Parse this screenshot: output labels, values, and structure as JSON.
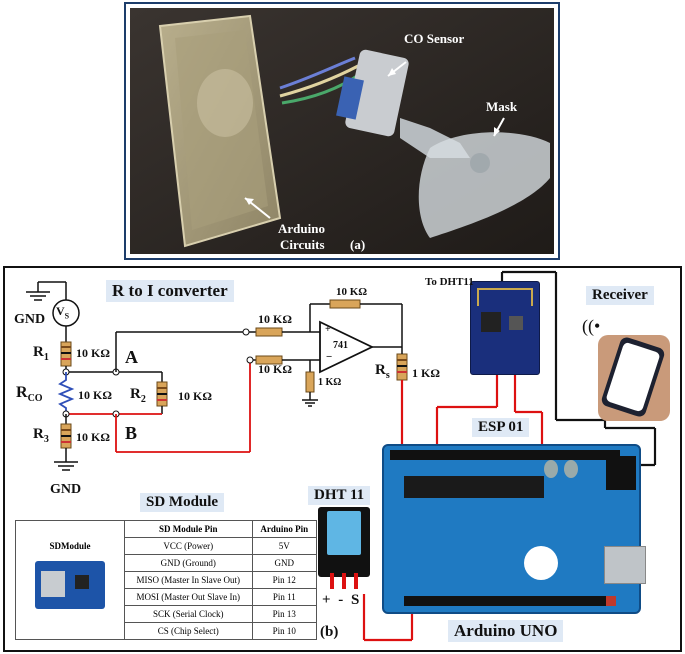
{
  "photo": {
    "labels": {
      "co_sensor": "CO Sensor",
      "mask": "Mask",
      "arduino_line1": "Arduino",
      "arduino_line2": "Circuits",
      "panel": "(a)"
    }
  },
  "circuit": {
    "panel": "(b)",
    "r_to_i_title": "R to I converter",
    "gnd_top": "GND",
    "gnd_bottom": "GND",
    "vs": "V",
    "vs_sub": "S",
    "r1": "R",
    "r1_sub": "1",
    "r1_val": "10 KΩ",
    "rco": "R",
    "rco_sub": "CO",
    "rco_val": "10 KΩ",
    "r2": "R",
    "r2_sub": "2",
    "r2_val": "10 KΩ",
    "r3": "R",
    "r3_sub": "3",
    "r3_val": "10 KΩ",
    "node_a": "A",
    "node_b": "B",
    "opamp": "741",
    "feedback_val": "10 KΩ",
    "in_top_val": "10 KΩ",
    "in_bot_val": "10 KΩ",
    "ground_res_val": "1 KΩ",
    "rs": "R",
    "rs_sub": "s",
    "rs_val": "1 KΩ",
    "to_dht": "To DHT11",
    "receiver": "Receiver",
    "esp": "ESP 01",
    "dht": "DHT 11",
    "dht_pins": "+ - S",
    "arduino_uno": "Arduino UNO",
    "sd_title": "SD Module"
  },
  "sd_table": {
    "module_label": "SDModule",
    "headers": [
      "SD Module Pin",
      "Arduino Pin"
    ],
    "rows": [
      [
        "VCC (Power)",
        "5V"
      ],
      [
        "GND (Ground)",
        "GND"
      ],
      [
        "MISO (Master In Slave Out)",
        "Pin 12"
      ],
      [
        "MOSI (Master Out Slave In)",
        "Pin 11"
      ],
      [
        "SCK (Serial Clock)",
        "Pin 13"
      ],
      [
        "CS (Chip Select)",
        "Pin 10"
      ]
    ]
  }
}
